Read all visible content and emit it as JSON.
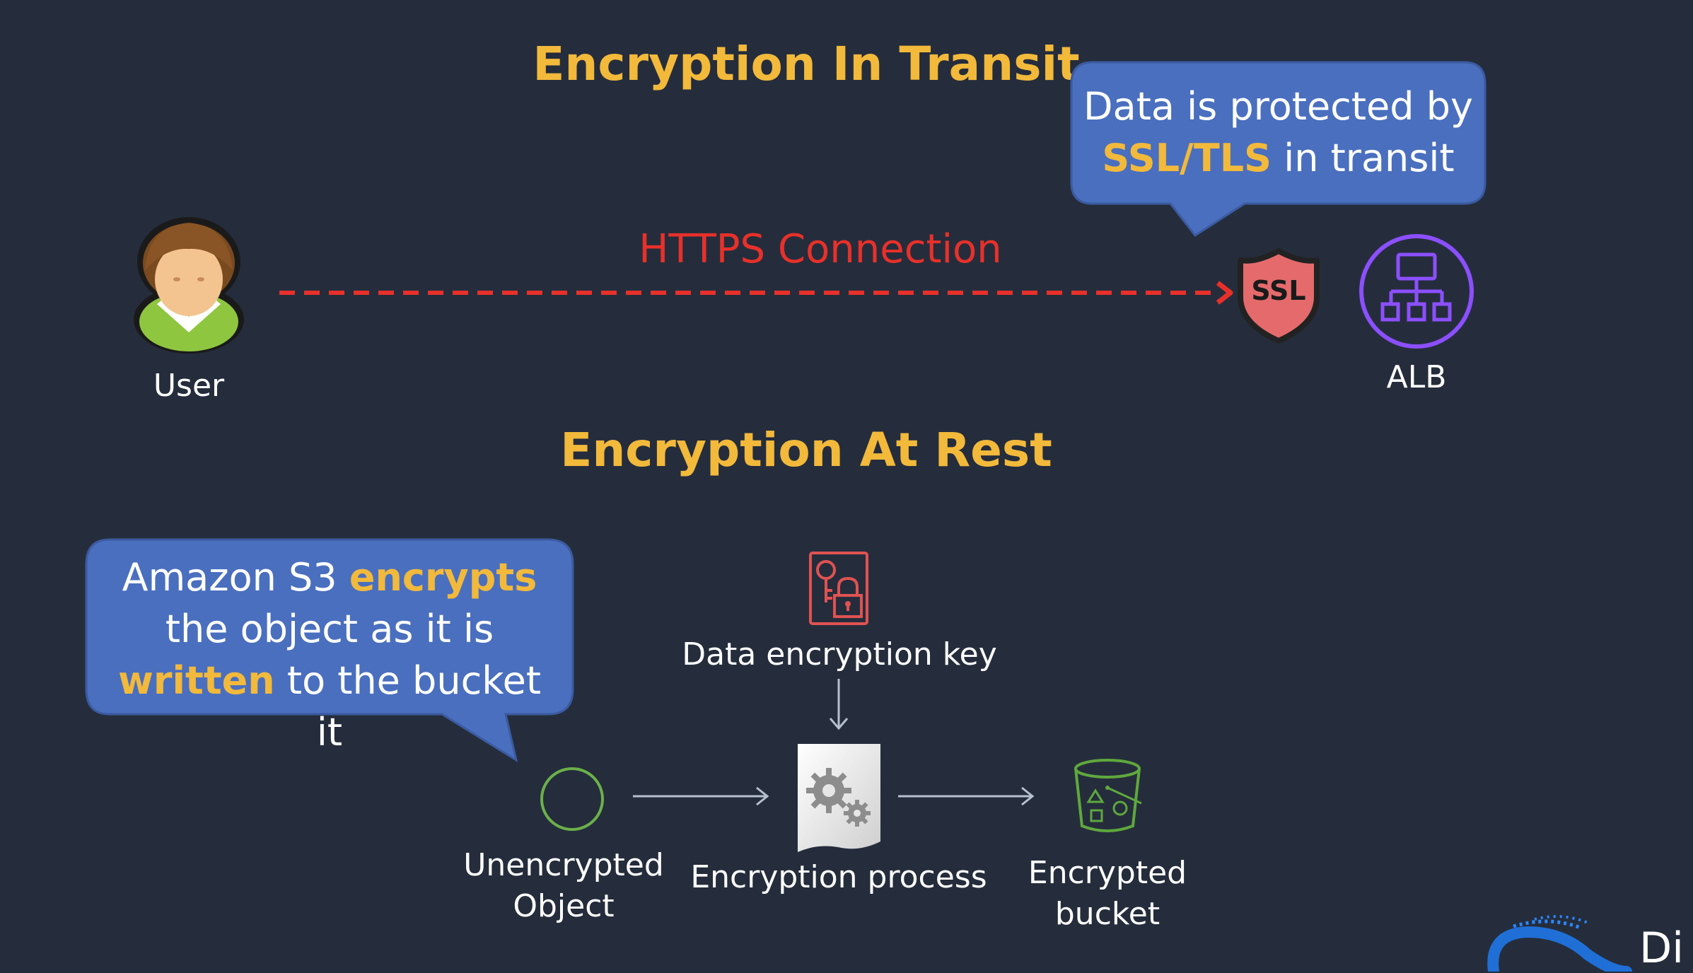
{
  "transit": {
    "title": "Encryption In Transit",
    "callout": {
      "line1": "Data is protected by",
      "highlight": "SSL/TLS",
      "line2_rest": " in transit"
    },
    "connection_label": "HTTPS Connection",
    "user_label": "User",
    "ssl_badge": "SSL",
    "alb_label": "ALB"
  },
  "rest": {
    "title": "Encryption At Rest",
    "callout": {
      "p1": "Amazon S3 ",
      "h1": "encrypts",
      "p2": " the object as it is ",
      "h2": "written",
      "p3": " to the bucket it"
    },
    "key_label": "Data encryption key",
    "object_label_1": "Unencrypted",
    "object_label_2": "Object",
    "process_label": "Encryption process",
    "bucket_label_1": "Encrypted",
    "bucket_label_2": "bucket"
  },
  "logo": {
    "text": "Di"
  },
  "icons": [
    "user-icon",
    "ssl-shield-icon",
    "alb-icon",
    "key-lock-icon",
    "object-circle-icon",
    "gears-document-icon",
    "bucket-icon",
    "logo-icon"
  ],
  "colors": {
    "background": "#252d3c",
    "accent_yellow": "#f2b93b",
    "https_red": "#e8302a",
    "callout_blue": "#4a6fbf",
    "alb_purple": "#8c4fff",
    "key_red": "#e05252",
    "object_green": "#6bb04a",
    "bucket_green": "#5fa83d"
  }
}
